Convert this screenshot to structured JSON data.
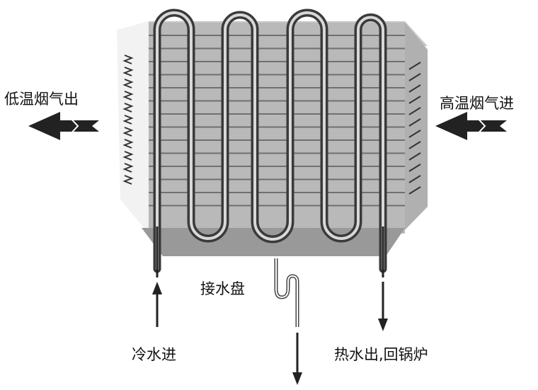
{
  "labels": {
    "low_temp_flue_gas_out": "低温烟气出",
    "high_temp_flue_gas_in": "高温烟气进",
    "drip_tray": "接水盘",
    "cold_water_in": "冷水进",
    "hot_water_out": "热水出,回锅炉"
  },
  "colors": {
    "body_fill": "#b9b9b9",
    "top_face": "#c8c8c8",
    "bottom_face": "#999999",
    "left_panel": "#f2f2f2",
    "right_panel": "#b0b0b0",
    "tube": "#3a3a3a",
    "fin": "#707070",
    "arrow": "#222222"
  },
  "icons": {
    "flow_arrow_left": "double-chevron-arrow-left",
    "flow_arrow_right_side": "double-chevron-arrow-left",
    "water_arrow_up": "arrow-up",
    "water_arrow_down": "arrow-down"
  }
}
